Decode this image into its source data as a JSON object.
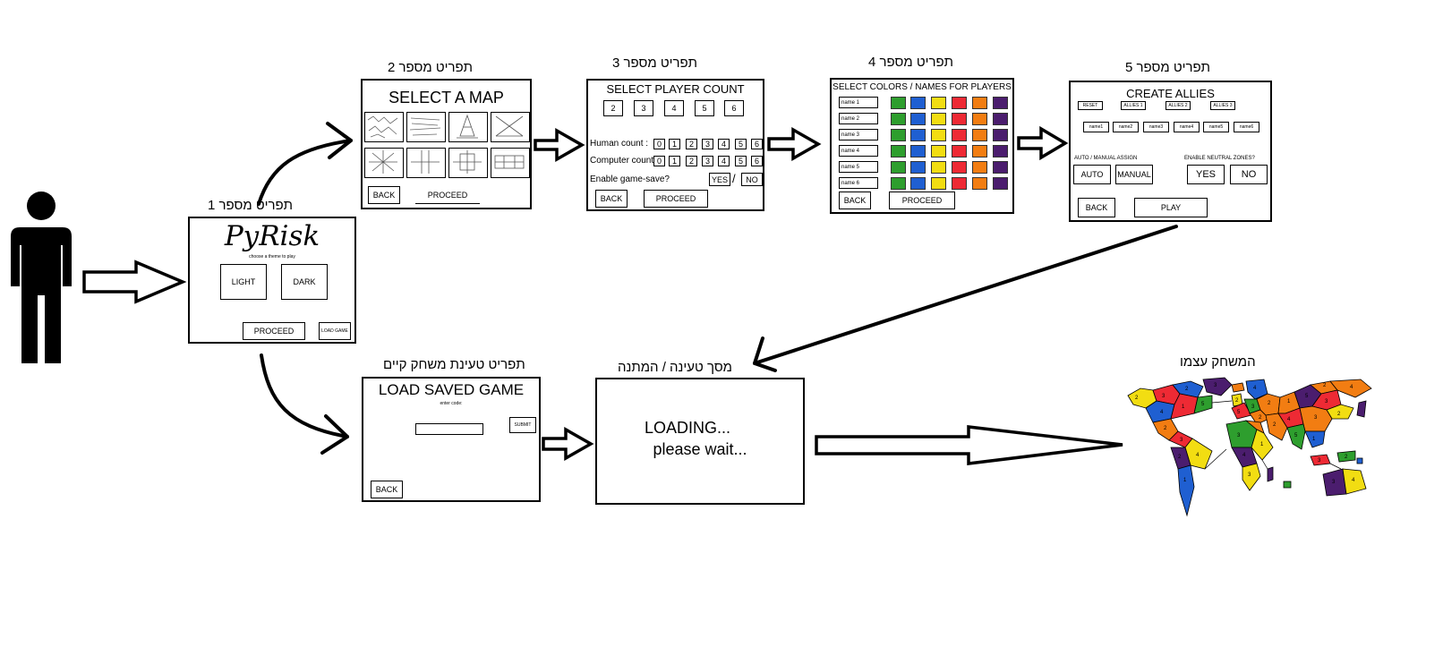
{
  "captions": {
    "screen1": "תפריט מספר 1",
    "screen2": "תפריט מספר 2",
    "screen3": "תפריט מספר 3",
    "screen4": "תפריט מספר 4",
    "screen5": "תפריט מספר 5",
    "load_menu": "תפריט טעינת משחק קיים",
    "loading_screen": "מסך טעינה / המתנה",
    "game": "המשחק עצמו"
  },
  "screen1": {
    "logo": "PyRisk",
    "subtitle": "choose a theme to play",
    "light": "LIGHT",
    "dark": "DARK",
    "proceed": "PROCEED",
    "load_game": "LOAD GAME"
  },
  "screen2": {
    "title": "SELECT A MAP",
    "back": "BACK",
    "proceed": "PROCEED"
  },
  "screen3": {
    "title": "SELECT PLAYER COUNT",
    "counts": [
      "2",
      "3",
      "4",
      "5",
      "6"
    ],
    "human_label": "Human count :",
    "computer_label": "Computer count:",
    "digits": [
      "0",
      "1",
      "2",
      "3",
      "4",
      "5",
      "6"
    ],
    "save_label": "Enable game-save?",
    "yes": "YES",
    "slash": "/",
    "no": "NO",
    "back": "BACK",
    "proceed": "PROCEED"
  },
  "screen4": {
    "title": "SELECT COLORS / NAMES FOR PLAYERS",
    "names": [
      "name 1",
      "name 2",
      "name 3",
      "name 4",
      "name 5",
      "name 6"
    ],
    "colors": [
      "#2e9e2e",
      "#1f5fd1",
      "#f2dd12",
      "#ee2a34",
      "#f27d12",
      "#4b1d6e"
    ],
    "back": "BACK",
    "proceed": "PROCEED"
  },
  "screen5": {
    "title": "CREATE ALLIES",
    "top_buttons": [
      "RESET",
      "ALLIES 1",
      "ALLIES 2",
      "ALLIES 3"
    ],
    "names": [
      "name1",
      "name2",
      "name3",
      "name4",
      "name5",
      "name6"
    ],
    "assign_label": "AUTO / MANUAL ASSIGN",
    "auto": "AUTO",
    "manual": "MANUAL",
    "neutral_label": "ENABLE NEUTRAL ZONES?",
    "yes": "YES",
    "no": "NO",
    "back": "BACK",
    "play": "PLAY"
  },
  "load": {
    "title": "LOAD SAVED GAME",
    "subtitle": "enter code:",
    "submit": "SUBMIT",
    "back": "BACK"
  },
  "loading": {
    "line1": "LOADING...",
    "line2": "please wait..."
  },
  "colors": {
    "green": "#2e9e2e",
    "blue": "#1f5fd1",
    "yellow": "#f2dd12",
    "red": "#ee2a34",
    "orange": "#f27d12",
    "purple": "#4b1d6e"
  }
}
